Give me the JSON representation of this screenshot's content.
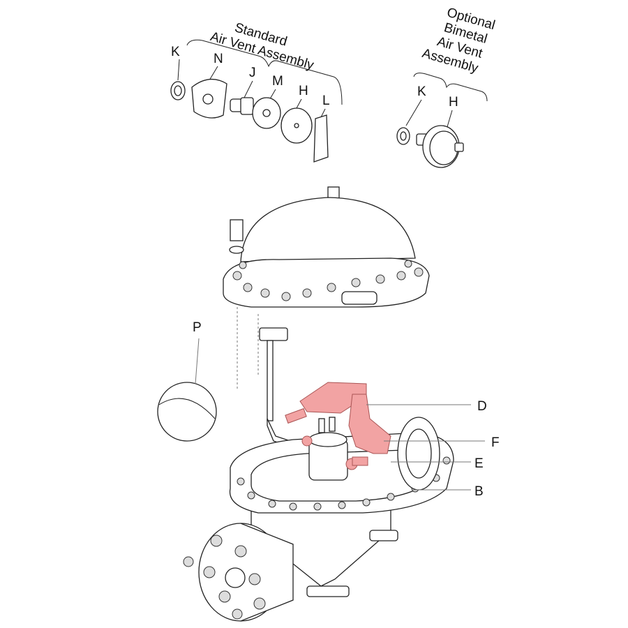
{
  "standard_assembly": {
    "title_line1": "Standard",
    "title_line2": "Air Vent Assembly",
    "parts": [
      "K",
      "N",
      "J",
      "M",
      "H",
      "L"
    ]
  },
  "optional_assembly": {
    "title_lines": [
      "Optional",
      "Bimetal",
      "Air Vent",
      "Assembly"
    ],
    "parts": [
      "K",
      "H"
    ]
  },
  "callouts": {
    "P": "P",
    "D": "D",
    "F": "F",
    "E": "E",
    "B": "B"
  },
  "colors": {
    "highlight": "#f2a3a3",
    "line": "#222222"
  }
}
